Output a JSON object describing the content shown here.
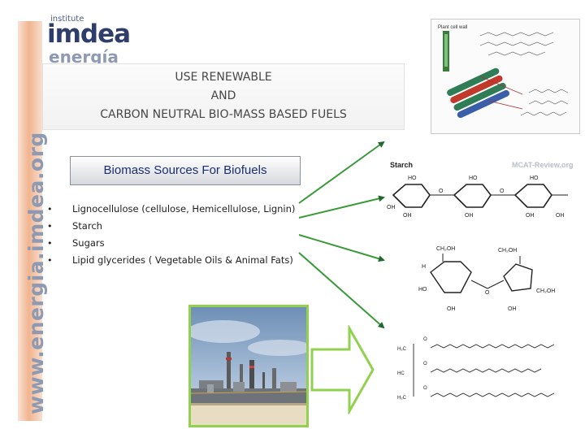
{
  "logo": {
    "small": "institute",
    "big": "imdea",
    "sub": "energía"
  },
  "side_text": "www.energia.imdea.org",
  "headline": {
    "lines": [
      "USE RENEWABLE",
      "AND",
      "CARBON NEUTRAL BIO-MASS BASED FUELS"
    ]
  },
  "section_heading": "Biomass Sources For Biofuels",
  "bullets": [
    "Lignocellulose (cellulose, Hemicellulose, Lignin)",
    "Starch",
    "Sugars",
    "Lipid glycerides ( Vegetable Oils & Animal Fats)"
  ],
  "bullet_glyph": "•",
  "right_images": {
    "starch_title": "Starch",
    "watermark": "MCAT-Review.org",
    "cellulose_caption": "Plant cell wall"
  },
  "colors": {
    "accent_green": "#3a9a3a",
    "photo_border": "#92d050",
    "heading_text": "#1a2f6e",
    "side_text": "#8e9ab1"
  }
}
